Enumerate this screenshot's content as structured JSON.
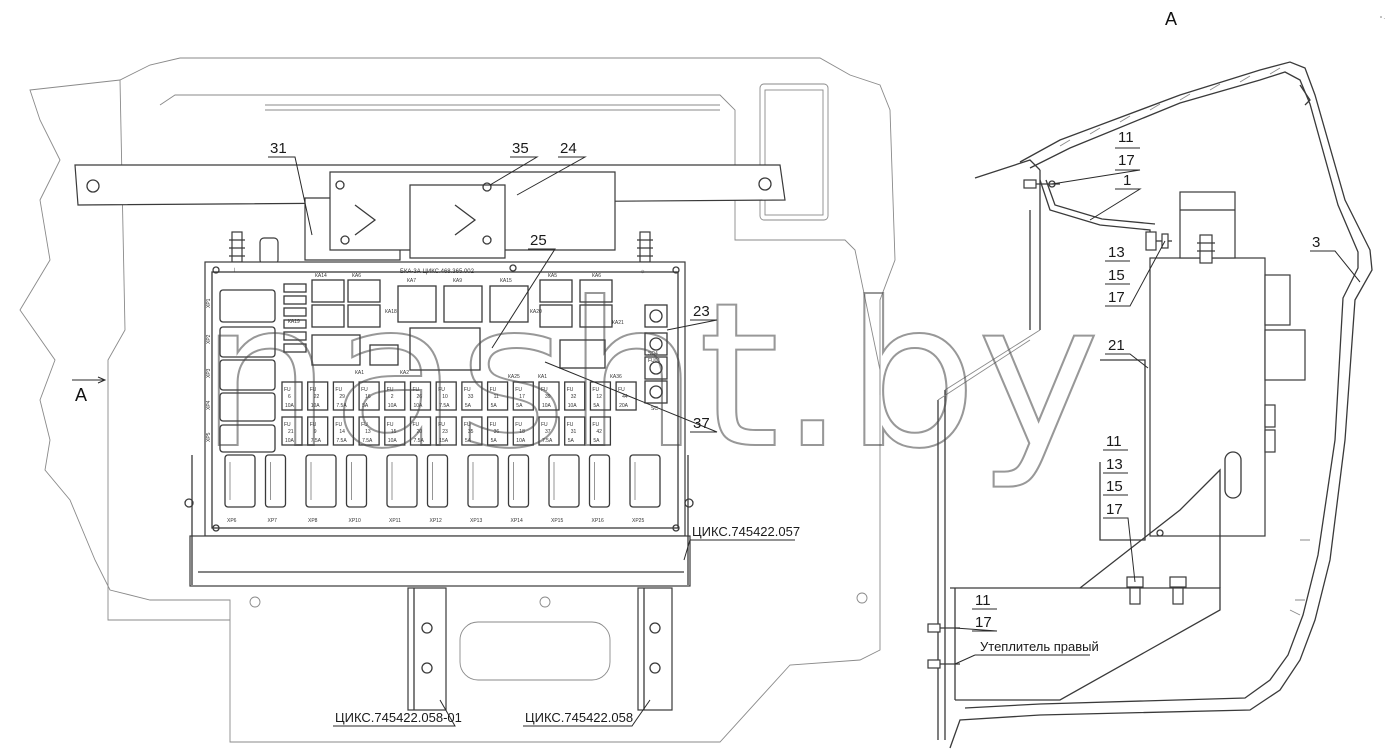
{
  "view_label": "А",
  "arrow_label": "А",
  "watermark": "nasht.by",
  "left_view": {
    "callouts": [
      "31",
      "35",
      "24",
      "25",
      "23",
      "37"
    ],
    "panel_title": "БКА-3А ЦИКС.468.365.002",
    "relays_top": [
      "КА14",
      "КА6",
      "КА7",
      "КА9",
      "КА15",
      "КА5",
      "КА6"
    ],
    "relay_labels": [
      "КА19",
      "КА18",
      "КА21",
      "КА20",
      "КА1",
      "КА2",
      "КА25",
      "КА1",
      "КА36"
    ],
    "fuse_row1": [
      "FU 6",
      "FU 22",
      "FU 29",
      "FU 16",
      "FU 2",
      "FU 26",
      "FU 10",
      "FU 33",
      "FU 11",
      "FU 17",
      "FU 39",
      "FU 32",
      "FU 12",
      "FU 44"
    ],
    "fuse_row1_ratings": [
      "10A",
      "10A",
      "7.5A",
      "5A",
      "10A",
      "10A",
      "7.5A",
      "5A",
      "5A",
      "5A",
      "10A",
      "10A",
      "5A",
      "20A"
    ],
    "fuse_row2": [
      "FU 21",
      "FU 9",
      "FU 14",
      "FU 13",
      "FU 15",
      "FU 20",
      "FU 23",
      "FU 35",
      "FU 36",
      "FU 18",
      "FU 37",
      "FU 31",
      "FU 42"
    ],
    "fuse_row2_ratings": [
      "10A",
      "7.5A",
      "7.5A",
      "7.5A",
      "10A",
      "7.5A",
      "15A",
      "5A",
      "5A",
      "10A",
      "7.5A",
      "5A",
      "5A"
    ],
    "left_connectors": [
      "XP1",
      "XP2",
      "XP3",
      "XP4",
      "XP5"
    ],
    "bottom_connectors": [
      "XP6",
      "XP7",
      "XP8",
      "XP10",
      "XP11",
      "XP12",
      "XP13",
      "XP14",
      "XP15",
      "XP16",
      "XP25"
    ],
    "side_labels": [
      "FU01",
      "SD4",
      "SC"
    ],
    "bracket_label_right": "ЦИКС.745422.057",
    "bracket_label_left_bottom": "ЦИКС.745422.058-01",
    "bracket_label_right_bottom": "ЦИКС.745422.058"
  },
  "right_view": {
    "stack_top": [
      "11",
      "17"
    ],
    "callout_1": "1",
    "stack_mid": [
      "13",
      "15",
      "17"
    ],
    "callout_3": "3",
    "callout_21": "21",
    "stack_lower": [
      "11",
      "13",
      "15",
      "17"
    ],
    "stack_bottom": [
      "11",
      "17"
    ],
    "insulation_label": "Утеплитель правый"
  }
}
